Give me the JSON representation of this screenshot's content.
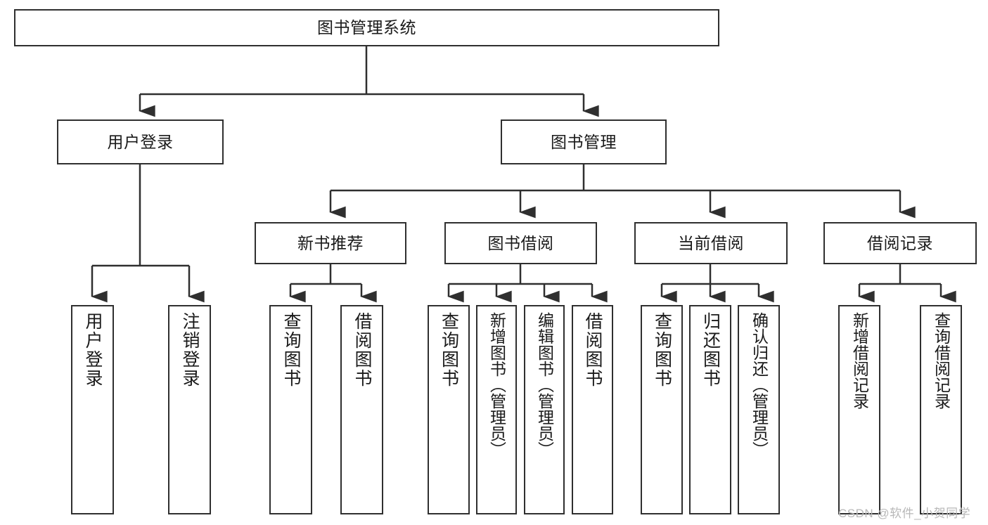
{
  "diagram": {
    "title": "图书管理系统",
    "type": "tree",
    "watermark": "CSDN @软件_小贺同学",
    "colors": {
      "box_border": "#2f2f2f",
      "box_fill": "#ffffff",
      "edge": "#2f2f2f",
      "text": "#1a1a1a",
      "watermark": "#b8b8b8",
      "background": "#ffffff"
    },
    "nodes": {
      "root": {
        "label": "图书管理系统"
      },
      "level2": [
        {
          "id": "user_login",
          "label": "用户登录"
        },
        {
          "id": "book_manage",
          "label": "图书管理"
        }
      ],
      "level3": [
        {
          "id": "new_book_rec",
          "label": "新书推荐"
        },
        {
          "id": "book_borrow",
          "label": "图书借阅"
        },
        {
          "id": "current_borrow",
          "label": "当前借阅"
        },
        {
          "id": "borrow_record",
          "label": "借阅记录"
        }
      ],
      "leaves": {
        "user_login": [
          {
            "id": "leaf_user_login",
            "label": "用户登录"
          },
          {
            "id": "leaf_user_logout",
            "label": "注销登录"
          }
        ],
        "new_book_rec": [
          {
            "id": "leaf_query_book_1",
            "label": "查询图书"
          },
          {
            "id": "leaf_borrow_book_1",
            "label": "借阅图书"
          }
        ],
        "book_borrow": [
          {
            "id": "leaf_query_book_2",
            "label": "查询图书"
          },
          {
            "id": "leaf_add_book",
            "label": "新增图书（管理员）"
          },
          {
            "id": "leaf_edit_book",
            "label": "编辑图书（管理员）"
          },
          {
            "id": "leaf_borrow_book_2",
            "label": "借阅图书"
          }
        ],
        "current_borrow": [
          {
            "id": "leaf_query_book_3",
            "label": "查询图书"
          },
          {
            "id": "leaf_return_book",
            "label": "归还图书"
          },
          {
            "id": "leaf_confirm_return",
            "label": "确认归还（管理员）"
          }
        ],
        "borrow_record": [
          {
            "id": "leaf_add_record",
            "label": "新增借阅记录"
          },
          {
            "id": "leaf_query_record",
            "label": "查询借阅记录"
          }
        ]
      }
    }
  }
}
